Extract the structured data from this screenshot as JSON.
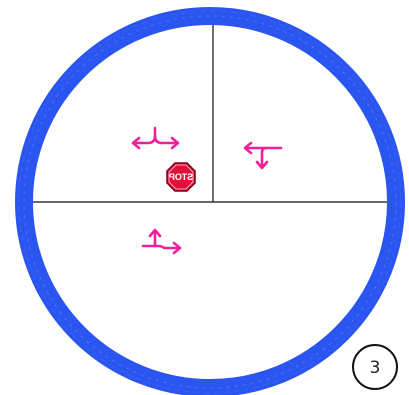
{
  "diagram": {
    "kind": "intersection-turn-diagram",
    "colors": {
      "ring": "#2b55f0",
      "ring_highlight": "#5a7cf5",
      "arrows": "#f0209a",
      "stop_sign": "#e0103a",
      "lines": "#111111",
      "badge_border": "#111111"
    },
    "stop_sign": {
      "label": "STOP",
      "mirrored": true
    },
    "arrows": [
      {
        "name": "left-or-right-turn-arrow",
        "icon": "split-left-right-arrow"
      },
      {
        "name": "left-or-down-turn-arrow",
        "icon": "split-left-down-arrow"
      },
      {
        "name": "up-or-right-turn-arrow",
        "icon": "split-up-right-arrow"
      }
    ],
    "badge": {
      "number": "3"
    }
  }
}
